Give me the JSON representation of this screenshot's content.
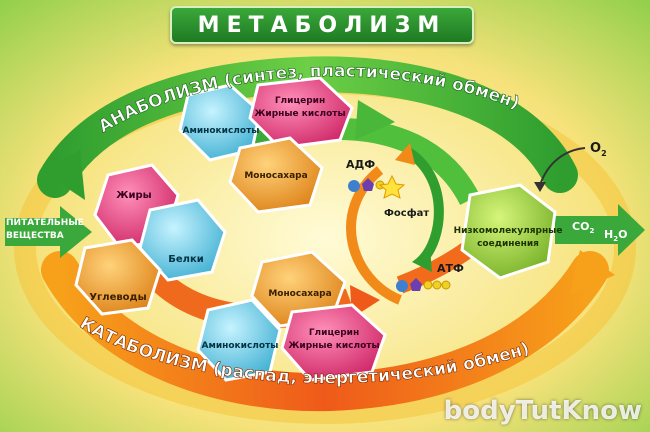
{
  "title": "МЕТАБОЛИЗМ",
  "anabolism_label": "АНАБОЛИЗМ (синтез, пластический обмен)",
  "catabolism_label": "КАТАБОЛИЗМ (распад, энергетический обмен)",
  "input": {
    "line1": "ПИТАТЕЛЬНЫЕ",
    "line2": "ВЕЩЕСТВА"
  },
  "left_group": {
    "fats": "Жиры",
    "proteins": "Белки",
    "carbs": "Углеводы"
  },
  "top_group": {
    "amino": "Аминокислоты",
    "glycerin_line1": "Глицерин",
    "glycerin_line2": "Жирные кислоты",
    "mono": "Моносахара"
  },
  "bottom_group": {
    "mono": "Моносахара",
    "amino": "Аминокислоты",
    "glycerin_line1": "Глицерин",
    "glycerin_line2": "Жирные кислоты"
  },
  "energy": {
    "adp": "АДФ",
    "phosphate": "Фосфат",
    "atp": "АТФ"
  },
  "low_mol": {
    "line1": "Низкомолекулярные",
    "line2": "соединения"
  },
  "o2": {
    "base": "O",
    "sub": "2"
  },
  "co2": {
    "base": "CO",
    "sub": "2"
  },
  "h2o": {
    "base": "H",
    "sub": "2",
    "end": "O"
  },
  "watermark": "bodyTutKnow",
  "colors": {
    "banner": "#2e8b2e",
    "anabolism_arrow": "#3cb043",
    "catabolism_arrow": "#f26b1d",
    "fats_hex": "#e4407a",
    "proteins_hex": "#6fd0e6",
    "carbs_hex": "#f6a21e",
    "low_mol_hex": "#9bd43a"
  }
}
